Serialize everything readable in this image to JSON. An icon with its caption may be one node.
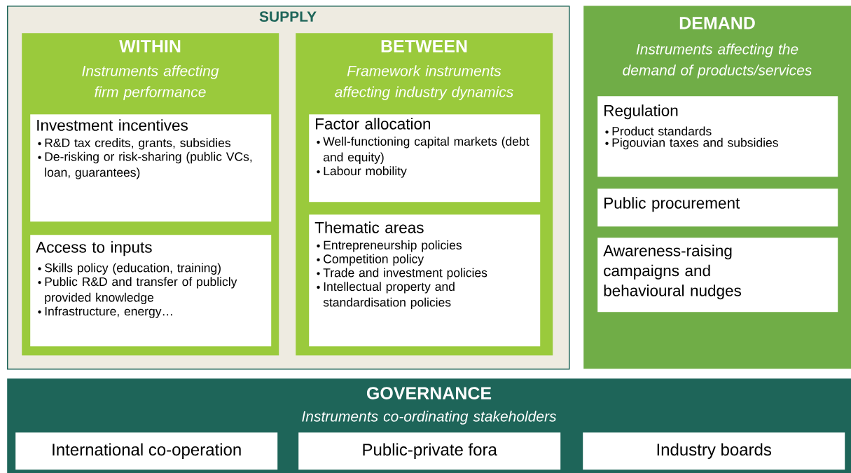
{
  "diagram": {
    "nodes": [
      {
        "text": [
          "SUPPLY"
        ]
      },
      {
        "text": [
          "WITHIN",
          "Instruments affecting firm performance"
        ],
        "in": 0
      },
      {
        "text": [
          "Investment incentives",
          "R&D tax credits, grants, subsidies",
          "De-risking or risk-sharing (public VCs, loan, guarantees)"
        ],
        "in": 1
      },
      {
        "text": [
          "Access to inputs",
          "Skills policy (education, training)",
          "Public R&D and transfer of publicly provided knowledge",
          "Infrastructure, energy…"
        ],
        "in": 1
      },
      {
        "text": [
          "BETWEEN",
          "Framework instruments affecting industry dynamics"
        ],
        "in": 0
      },
      {
        "text": [
          "Factor allocation",
          "Well-functioning capital markets (debt and equity)",
          "Labour mobility"
        ],
        "in": 4
      },
      {
        "text": [
          "Thematic areas",
          "Entrepreneurship policies",
          "Competition policy",
          "Trade and investment policies",
          "Intellectual property and standardisation policies"
        ],
        "in": 4
      },
      {
        "text": [
          "DEMAND",
          "Instruments affecting the demand of products/services"
        ]
      },
      {
        "text": [
          "Regulation",
          "Product standards",
          "Pigouvian taxes and subsidies"
        ],
        "in": 7
      },
      {
        "text": [
          "Public procurement"
        ],
        "in": 7
      },
      {
        "text": [
          "Awareness-raising campaigns and behavioural nudges"
        ],
        "in": 7
      },
      {
        "text": [
          "GOVERNANCE",
          "Instruments co-ordinating stakeholders"
        ]
      },
      {
        "text": [
          "International co-operation"
        ],
        "in": 11
      },
      {
        "text": [
          "Public-private fora"
        ],
        "in": 11
      },
      {
        "text": [
          "Industry boards"
        ],
        "in": 11
      }
    ],
    "edges": []
  }
}
